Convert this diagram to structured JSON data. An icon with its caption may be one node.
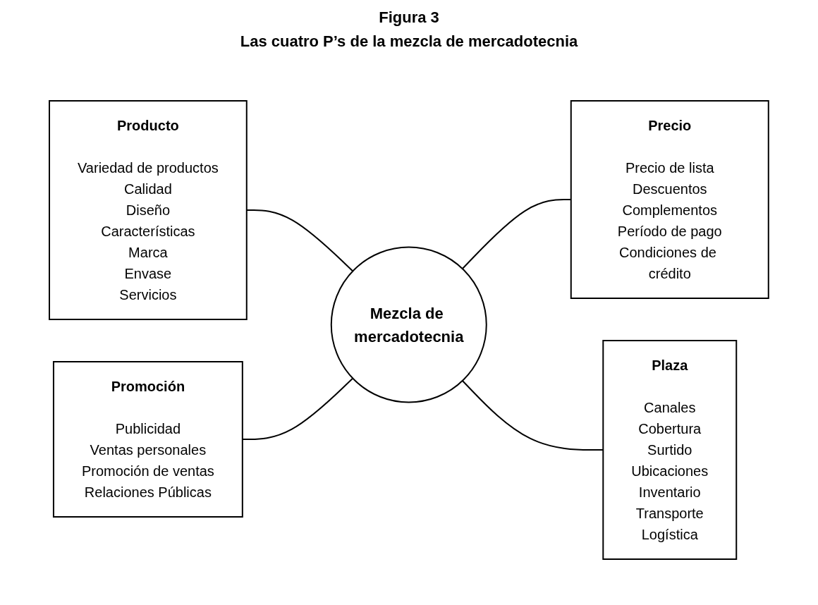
{
  "diagram": {
    "title": "Figura 3",
    "caption": "Las cuatro P’s de la mezcla de mercadotecnia",
    "nodes": [
      {
        "text": [
          "Producto",
          "Variedad de productos",
          "Calidad",
          "Diseño",
          "Características",
          "Marca",
          "Envase",
          "Servicios"
        ]
      },
      {
        "text": [
          "Precio",
          "Precio de lista",
          "Descuentos",
          "Complementos",
          "Período de pago",
          "Condiciones de crédito"
        ]
      },
      {
        "text": [
          "Mezcla de mercadotecnia"
        ]
      },
      {
        "text": [
          "Promoción",
          "Publicidad",
          "Ventas personales",
          "Promoción de ventas",
          "Relaciones Públicas"
        ]
      },
      {
        "text": [
          "Plaza",
          "Canales",
          "Cobertura",
          "Surtido",
          "Ubicaciones",
          "Inventario",
          "Transporte",
          "Logística"
        ]
      }
    ],
    "edges": [
      {
        "from": 0,
        "to": 2,
        "arrow": "none"
      },
      {
        "from": 2,
        "to": 1,
        "arrow": "none"
      },
      {
        "from": 3,
        "to": 2,
        "arrow": "none"
      },
      {
        "from": 2,
        "to": 4,
        "arrow": "none"
      }
    ]
  }
}
